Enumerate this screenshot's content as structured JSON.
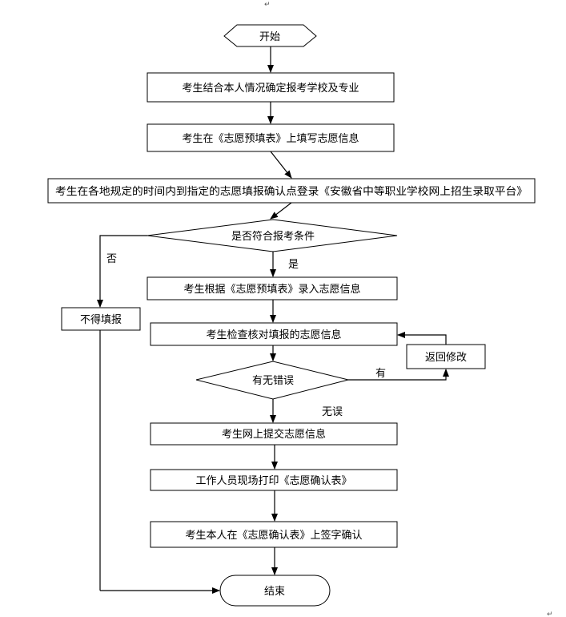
{
  "nodes": {
    "start": "开始",
    "confirm_school": "考生结合本人情况确定报考学校及专业",
    "fill_prefill": "考生在《志愿预填表》上填写志愿信息",
    "login_platform": "考生在各地规定的时间内到指定的志愿填报确认点登录《安徽省中等职业学校网上招生录取平台》",
    "eligible_question": "是否符合报考条件",
    "cannot_fill": "不得填报",
    "enter_info": "考生根据《志愿预填表》录入志愿信息",
    "check_info": "考生检查核对填报的志愿信息",
    "return_modify": "返回修改",
    "error_question": "有无错误",
    "submit_online": "考生网上提交志愿信息",
    "print_confirm": "工作人员现场打印《志愿确认表》",
    "sign_confirm": "考生本人在《志愿确认表》上签字确认",
    "end": "结束"
  },
  "edges": {
    "no": "否",
    "yes": "是",
    "has_error": "有",
    "no_error": "无误"
  }
}
